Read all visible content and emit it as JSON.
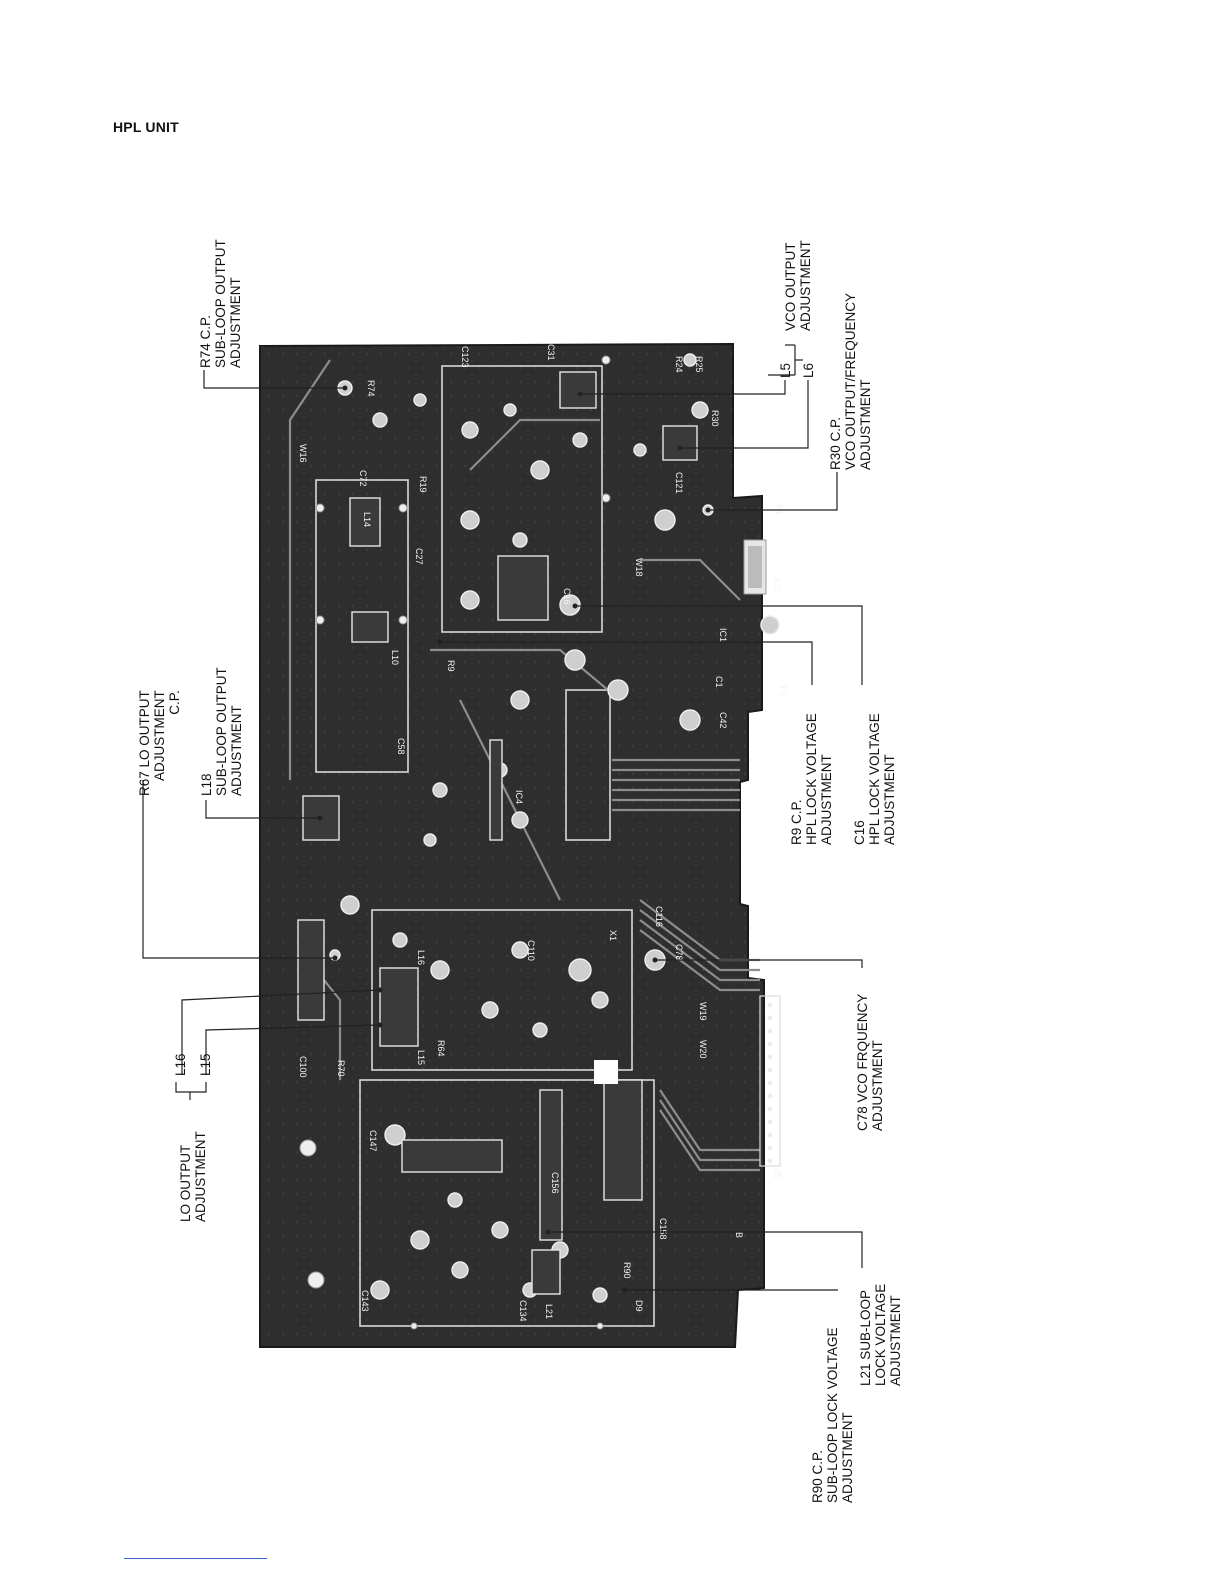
{
  "page": {
    "title": "HPL UNIT"
  },
  "labels": {
    "r74": [
      "R74 C.P.",
      "SUB-LOOP OUTPUT",
      "ADJUSTMENT"
    ],
    "r67": [
      "R67 LO OUTPUT",
      "ADJUSTMENT",
      "C.P."
    ],
    "l18": [
      "L18",
      "SUB-LOOP OUTPUT",
      "ADJUSTMENT"
    ],
    "l16": "L16",
    "l15": "L15",
    "lo_output": [
      "LO OUTPUT",
      "ADJUSTMENT"
    ],
    "vco_output": [
      "VCO OUTPUT",
      "ADJUSTMENT"
    ],
    "l5": "L5",
    "l6": "L6",
    "r30": [
      "R30 C.P.",
      "VCO OUTPUT/FREQUENCY",
      "ADJUSTMENT"
    ],
    "r9": [
      "R9 C.P.",
      "HPL LOCK VOLTAGE",
      "ADJUSTMENT"
    ],
    "c16": [
      "C16",
      "HPL LOCK VOLTAGE",
      "ADJUSTMENT"
    ],
    "c78": [
      "C78 VCO FRQUENCY",
      "ADJUSTMENT"
    ],
    "r90": [
      "R90 C.P.",
      "SUB-LOOP LOCK VOLTAGE",
      "ADJUSTMENT"
    ],
    "l21": [
      "L21 SUB-LOOP",
      "LOCK VOLTAGE",
      "ADJUSTMENT"
    ]
  },
  "board_marks": {
    "ic2": "IC2",
    "ic1": "IC1",
    "ic4": "IC4",
    "j5": "J5",
    "l14": "L14",
    "l10": "L10",
    "l15": "L15",
    "l16": "L16",
    "l21": "L21",
    "c78": "C78",
    "p1": "P1",
    "p3": "P3",
    "r74": "R74",
    "r30": "R30",
    "c16": "C16",
    "r9": "R9",
    "r90": "R90",
    "c58": "C58",
    "c147": "C147",
    "c143": "C143",
    "w18": "W18",
    "w19": "W19",
    "w20": "W20",
    "w16": "W16",
    "c72": "C72",
    "r19": "R19",
    "c27": "C27",
    "c31": "C31",
    "c123": "C123",
    "r24": "R24",
    "r25": "R25",
    "c116": "C116",
    "c110": "C110",
    "r64": "R64",
    "r70": "R70",
    "c100": "C100",
    "c121": "C121",
    "c42": "C42",
    "c1": "C1",
    "d9": "D9",
    "c158": "C158",
    "c156": "C156",
    "c134": "C134",
    "x1": "X1",
    "b": "B"
  }
}
